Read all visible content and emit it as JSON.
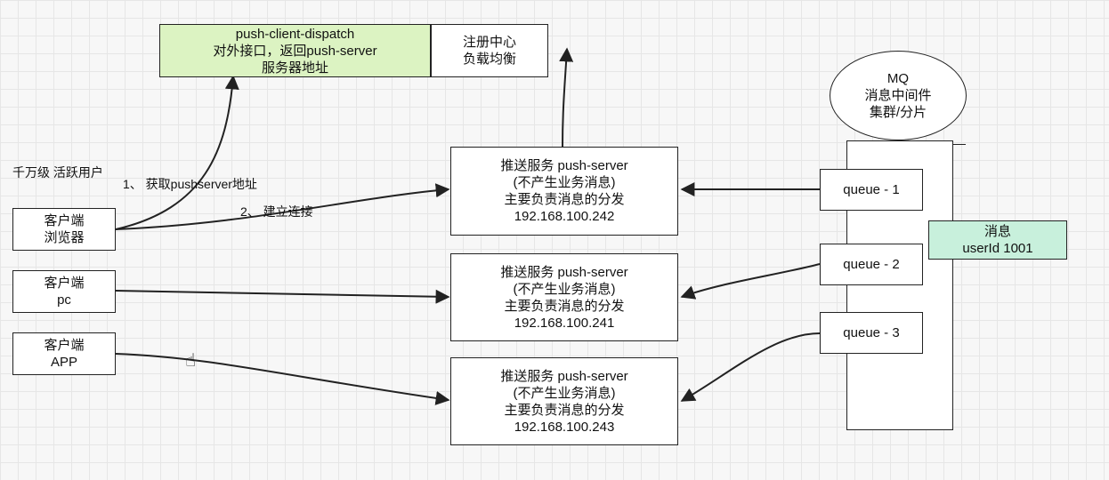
{
  "dispatch": {
    "line1": "push-client-dispatch",
    "line2": "对外接口，返回push-server",
    "line3": "服务器地址"
  },
  "registry": {
    "line1": "注册中心",
    "line2": "负载均衡"
  },
  "active_users_label": "千万级 活跃用户",
  "step1_label": "1、 获取pushserver地址",
  "step2_label": "2、 建立连接",
  "clients": [
    {
      "line1": "客户端",
      "line2": "浏览器"
    },
    {
      "line1": "客户端",
      "line2": "pc"
    },
    {
      "line1": "客户端",
      "line2": "APP"
    }
  ],
  "servers": [
    {
      "line1": "推送服务 push-server",
      "line2": "(不产生业务消息)",
      "line3": "主要负责消息的分发",
      "ip": "192.168.100.242"
    },
    {
      "line1": "推送服务 push-server",
      "line2": "(不产生业务消息)",
      "line3": "主要负责消息的分发",
      "ip": "192.168.100.241"
    },
    {
      "line1": "推送服务 push-server",
      "line2": "(不产生业务消息)",
      "line3": "主要负责消息的分发",
      "ip": "192.168.100.243"
    }
  ],
  "mq": {
    "line1": "MQ",
    "line2": "消息中间件",
    "line3": "集群/分片"
  },
  "queues": [
    "queue - 1",
    "queue - 2",
    "queue - 3"
  ],
  "message": {
    "line1": "消息",
    "line2": "userId 1001"
  },
  "colors": {
    "dispatch_fill": "#dcf3c2",
    "message_fill": "#c8f0dc",
    "stroke": "#222222"
  }
}
